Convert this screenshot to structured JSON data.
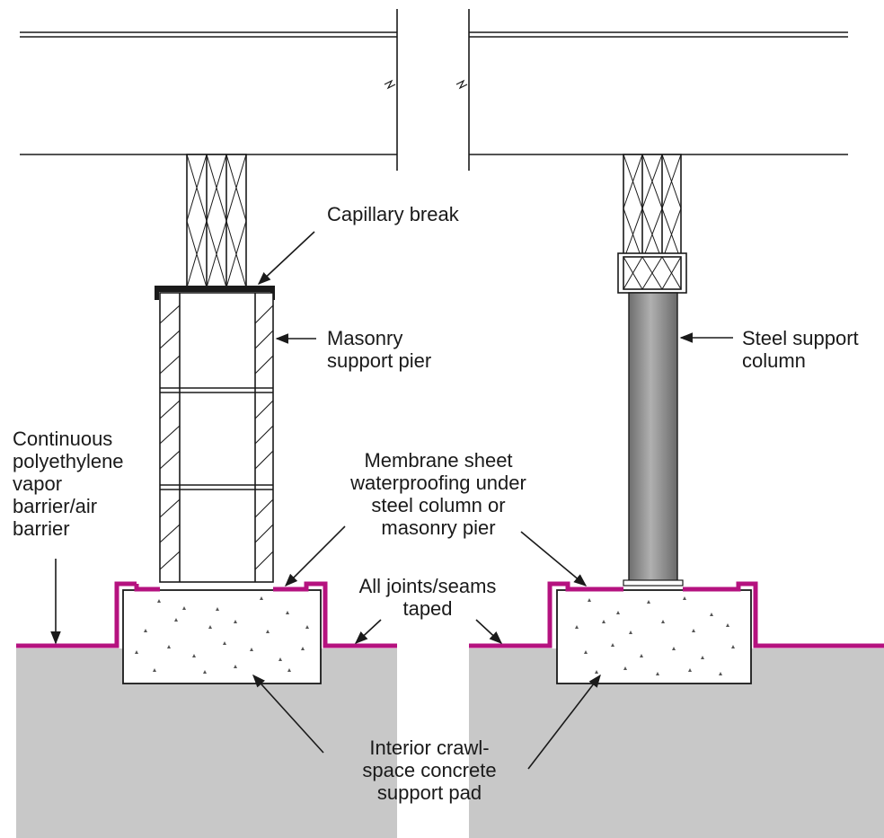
{
  "labels": {
    "capillary_break": "Capillary break",
    "masonry_pier": [
      "Masonry",
      "support pier"
    ],
    "steel_column": [
      "Steel support",
      "column"
    ],
    "vapor_barrier": [
      "Continuous",
      "polyethylene",
      "vapor",
      "barrier/air",
      "barrier"
    ],
    "membrane_sheet": [
      "Membrane sheet",
      "waterproofing under",
      "steel column or",
      "masonry pier"
    ],
    "joints_taped": [
      "All joints/seams",
      "taped"
    ],
    "support_pad": [
      "Interior crawl-",
      "space concrete",
      "support pad"
    ]
  },
  "colors": {
    "line": "#1a1a1a",
    "membrane": "#b5127f",
    "ground": "#c8c8c8",
    "steel_column": "#8f8f8f"
  }
}
